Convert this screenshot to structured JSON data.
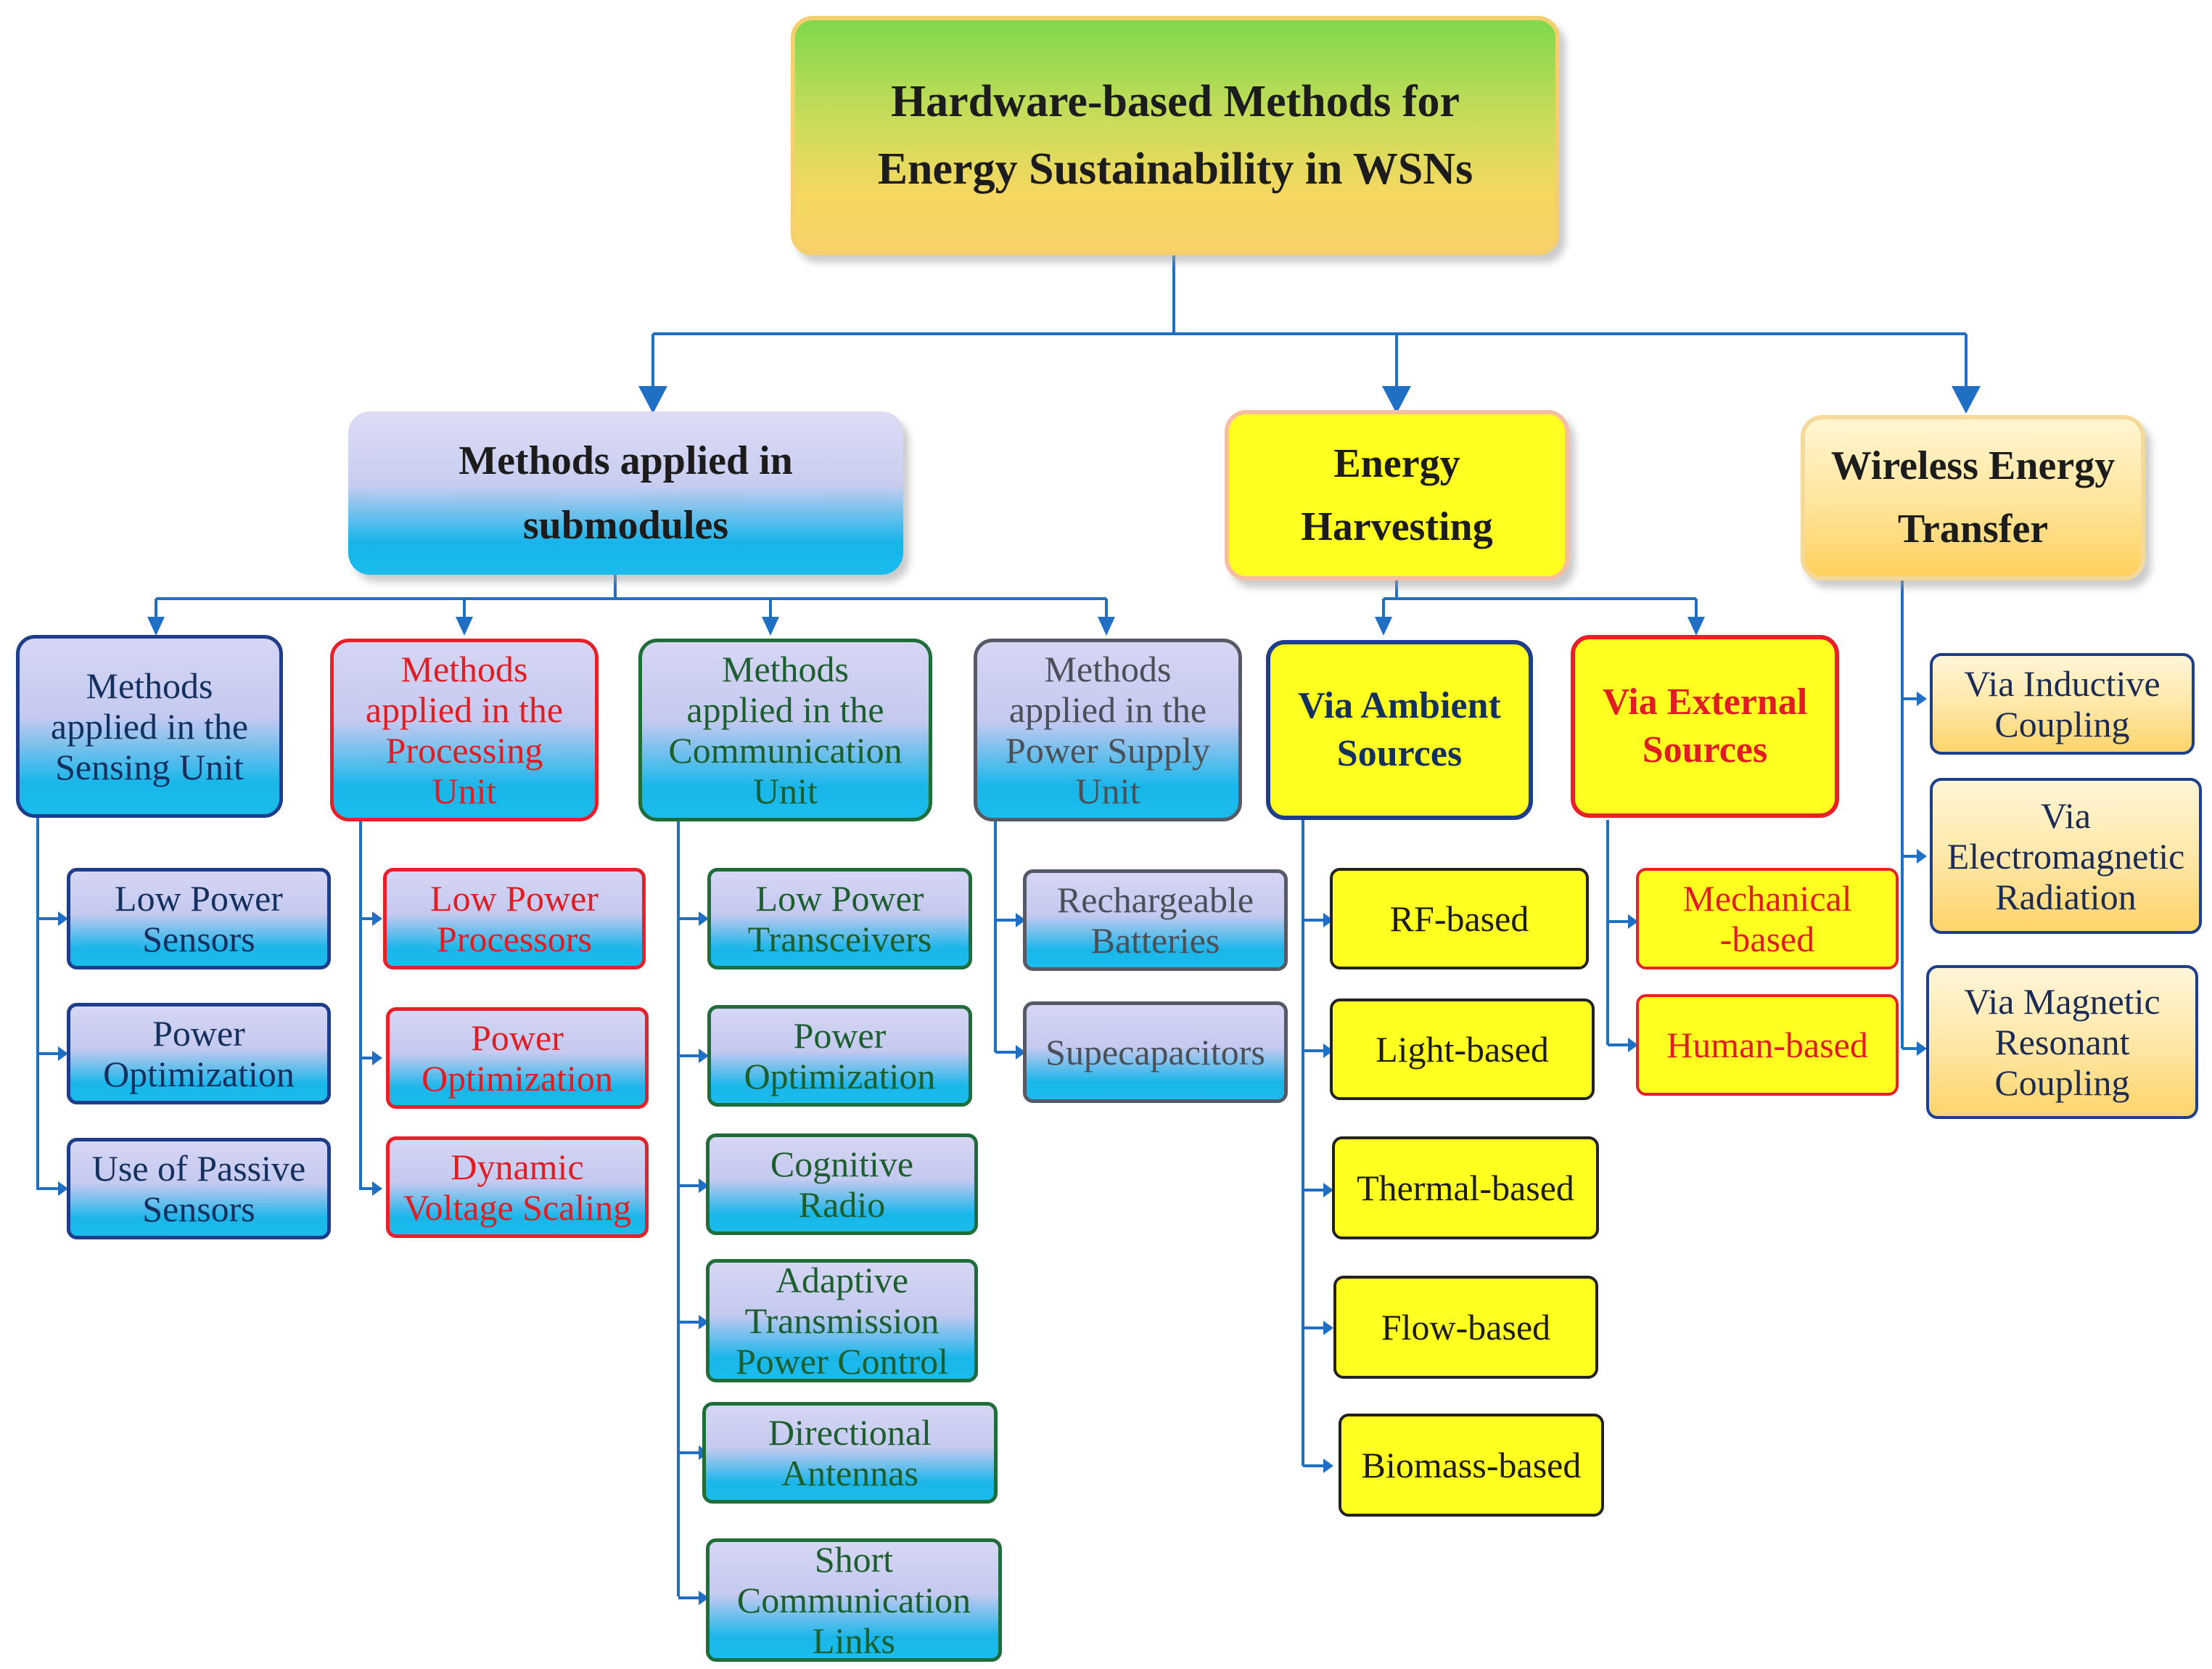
{
  "root": {
    "line1": "Hardware-based Methods for",
    "line2": "Energy Sustainability in WSNs"
  },
  "submodules": {
    "line1": "Methods applied in",
    "line2": "submodules",
    "sensing": {
      "lines": [
        "Methods",
        "applied in the",
        "Sensing Unit"
      ],
      "items": [
        [
          "Low Power",
          "Sensors"
        ],
        [
          "Power",
          "Optimization"
        ],
        [
          "Use of Passive",
          "Sensors"
        ]
      ]
    },
    "processing": {
      "lines": [
        "Methods",
        "applied in the",
        "Processing",
        "Unit"
      ],
      "items": [
        [
          "Low Power",
          "Processors"
        ],
        [
          "Power",
          "Optimization"
        ],
        [
          "Dynamic",
          "Voltage Scaling"
        ]
      ]
    },
    "communication": {
      "lines": [
        "Methods",
        "applied in the",
        "Communication",
        "Unit"
      ],
      "items": [
        [
          "Low Power",
          "Transceivers"
        ],
        [
          "Power",
          "Optimization"
        ],
        [
          "Cognitive",
          "Radio"
        ],
        [
          "Adaptive",
          "Transmission",
          "Power Control"
        ],
        [
          "Directional",
          "Antennas"
        ],
        [
          "Short",
          "Communication",
          "Links"
        ]
      ]
    },
    "power_supply": {
      "lines": [
        "Methods",
        "applied in the",
        "Power Supply",
        "Unit"
      ],
      "items": [
        [
          "Rechargeable",
          "Batteries"
        ],
        [
          "Supecapacitors"
        ]
      ]
    }
  },
  "energy_harvesting": {
    "line1": "Energy",
    "line2": "Harvesting",
    "ambient": {
      "lines": [
        "Via Ambient",
        "Sources"
      ],
      "items": [
        "RF-based",
        "Light-based",
        "Thermal-based",
        "Flow-based",
        "Biomass-based"
      ]
    },
    "external": {
      "lines": [
        "Via External",
        "Sources"
      ],
      "items": [
        [
          "Mechanical",
          "-based"
        ],
        [
          "Human-based"
        ]
      ]
    }
  },
  "wireless_energy_transfer": {
    "line1": "Wireless Energy",
    "line2": "Transfer",
    "items": [
      [
        "Via Inductive",
        "Coupling"
      ],
      [
        "Via",
        "Electromagnetic",
        "Radiation"
      ],
      [
        "Via Magnetic",
        "Resonant",
        "Coupling"
      ]
    ]
  },
  "colors": {
    "connector": "#1f6fc4",
    "blue_border": "#1e3e8c",
    "red_border": "#e8202a",
    "green_border": "#1f6e3a",
    "grey_border": "#555a66",
    "highlight_yellow": "#ffff20"
  }
}
